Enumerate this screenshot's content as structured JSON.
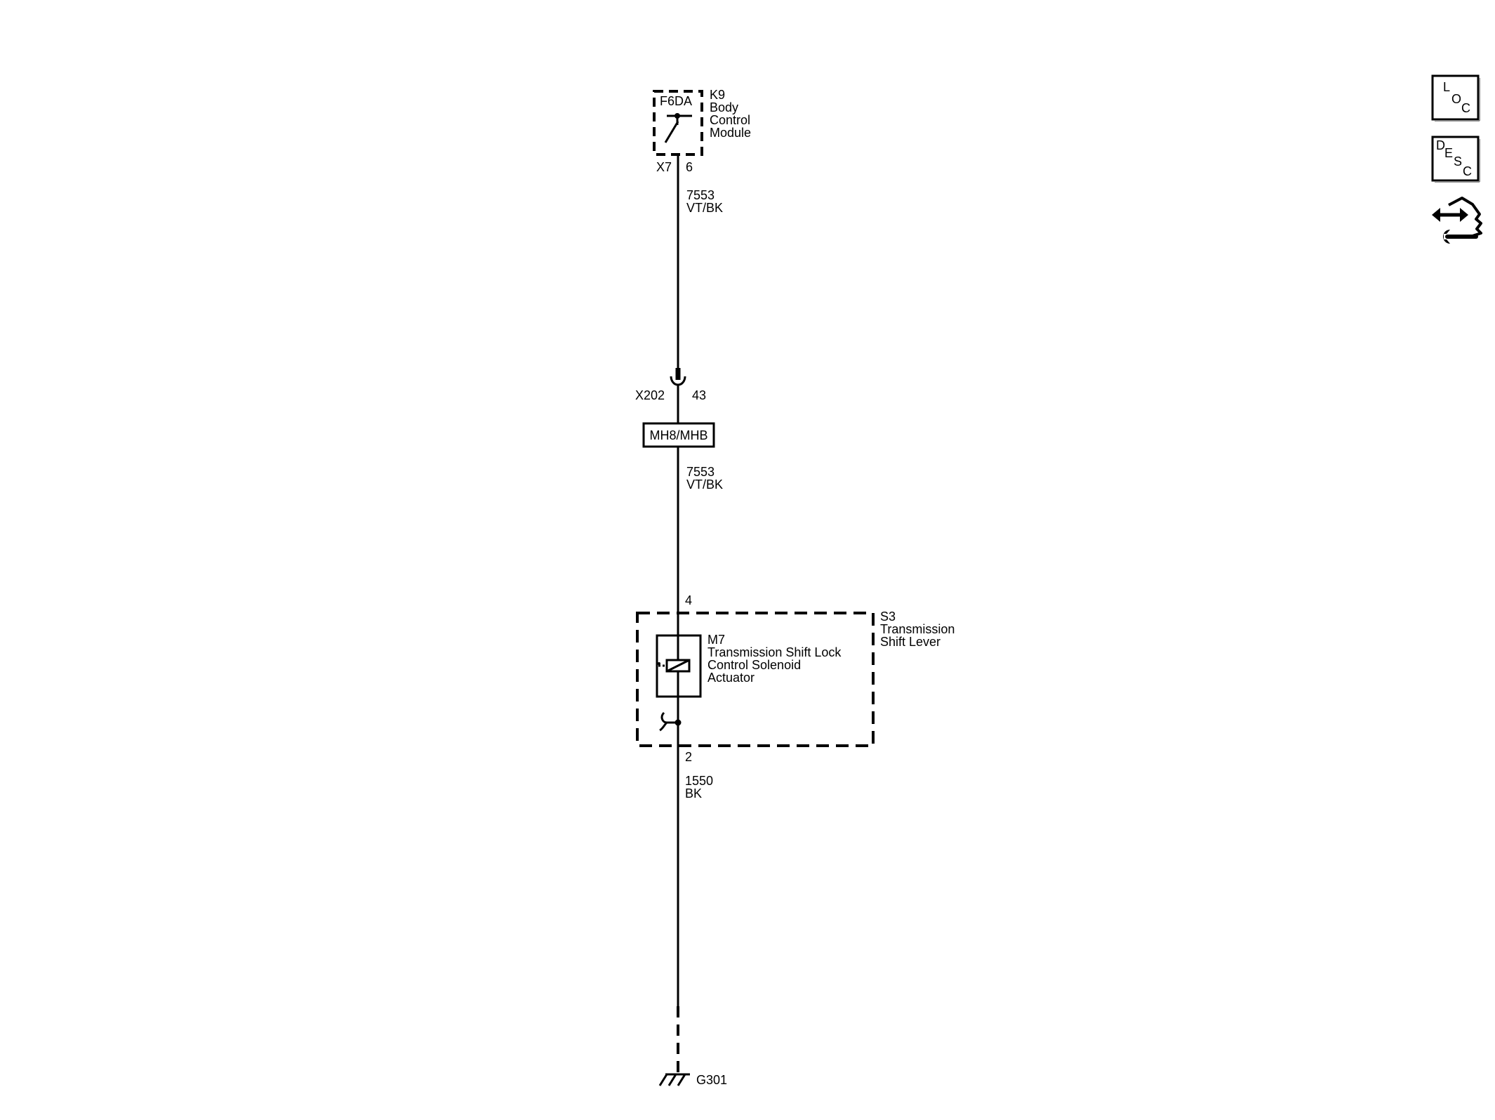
{
  "body_control_module": {
    "ref": "K9",
    "name_lines": [
      "Body",
      "Control",
      "Module"
    ],
    "fuse": "F6DA",
    "connector": "X7",
    "pin": "6"
  },
  "wire_upper": {
    "circuit": "7553",
    "color": "VT/BK"
  },
  "inline_connector": {
    "ref": "X202",
    "pin": "43"
  },
  "option_code": "MH8/MHB",
  "wire_middle": {
    "circuit": "7553",
    "color": "VT/BK"
  },
  "shift_lever": {
    "ref": "S3",
    "name_lines": [
      "Transmission",
      "Shift Lever"
    ],
    "pin_top": "4",
    "pin_bottom": "2"
  },
  "solenoid": {
    "ref": "M7",
    "name_lines": [
      "Transmission Shift Lock",
      "Control Solenoid",
      "Actuator"
    ]
  },
  "wire_lower": {
    "circuit": "1550",
    "color": "BK"
  },
  "ground": {
    "ref": "G301"
  },
  "nav": {
    "loc_letters": [
      "L",
      "O",
      "C"
    ],
    "desc_letters": [
      "D",
      "E",
      "S",
      "C"
    ],
    "service_icon": "arrows-wrench-icon"
  }
}
